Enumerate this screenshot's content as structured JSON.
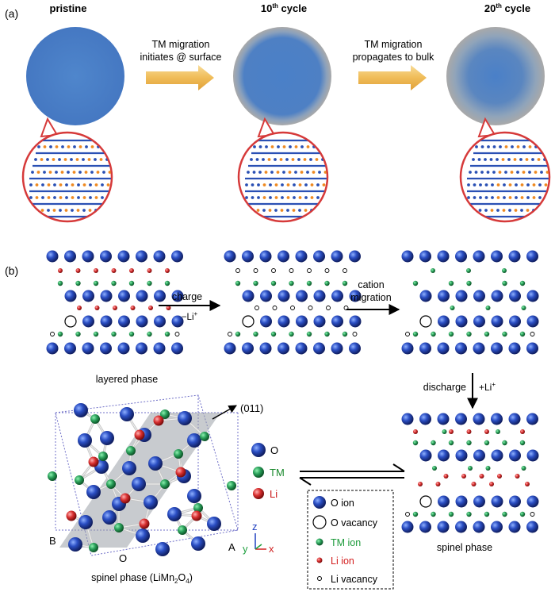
{
  "panel_a": {
    "label": "(a)",
    "stage1": "pristine",
    "stage2": "10",
    "stage2_sup": "th",
    "stage2_suffix": " cycle",
    "stage3": "20",
    "stage3_sup": "th",
    "stage3_suffix": " cycle",
    "arrow1_line1": "TM migration",
    "arrow1_line2": "initiates @ surface",
    "arrow2_line1": "TM migration",
    "arrow2_line2": "propagates to bulk"
  },
  "panel_b": {
    "label": "(b)",
    "charge": "charge",
    "minus_li": "−Li",
    "minus_li_sup": "+",
    "cation_line1": "cation",
    "cation_line2": "migration",
    "discharge": "discharge",
    "plus_li": "+Li",
    "plus_li_sup": "+",
    "layered_phase": "layered phase",
    "spinel_phase": "spinel phase",
    "spinel_formula_main": "spinel phase (LiMn",
    "spinel_formula_sub1": "2",
    "spinel_formula_mid": "O",
    "spinel_formula_sub2": "4",
    "spinel_formula_end": ")",
    "direction": "(011)",
    "corner_A": "A",
    "corner_B": "B",
    "corner_O": "O",
    "axis_z": "z",
    "axis_y": "y",
    "axis_x": "x",
    "atom_legend": [
      {
        "label": "O",
        "color": "#1a2aa8"
      },
      {
        "label": "TM",
        "color": "#1c8a2e"
      },
      {
        "label": "Li",
        "color": "#cc1a1a"
      }
    ],
    "key_legend": [
      {
        "label": "O ion",
        "color": "#000000"
      },
      {
        "label": "O vacancy",
        "color": "#000000"
      },
      {
        "label": "TM ion",
        "color": "#1c9a3a"
      },
      {
        "label": "Li ion",
        "color": "#d42020"
      },
      {
        "label": "Li vacancy",
        "color": "#000000"
      }
    ]
  },
  "colors": {
    "particle": "#4a7fc8",
    "shell": "#a8a8a8",
    "callout": "#d63a3a",
    "arrow_gold": "#f0c060",
    "o_ion": "#2346b8",
    "tm_ion": "#2aa05a",
    "li_ion": "#d63030",
    "tm_orange": "#ee8a22"
  }
}
